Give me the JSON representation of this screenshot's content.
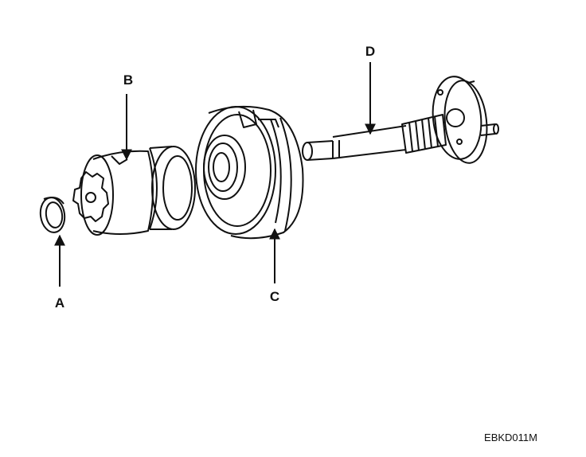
{
  "diagram": {
    "labels": {
      "a": "A",
      "b": "B",
      "c": "C",
      "d": "D"
    },
    "figure_code": "EBKD011M",
    "colors": {
      "line": "#111111",
      "background": "#ffffff"
    }
  }
}
